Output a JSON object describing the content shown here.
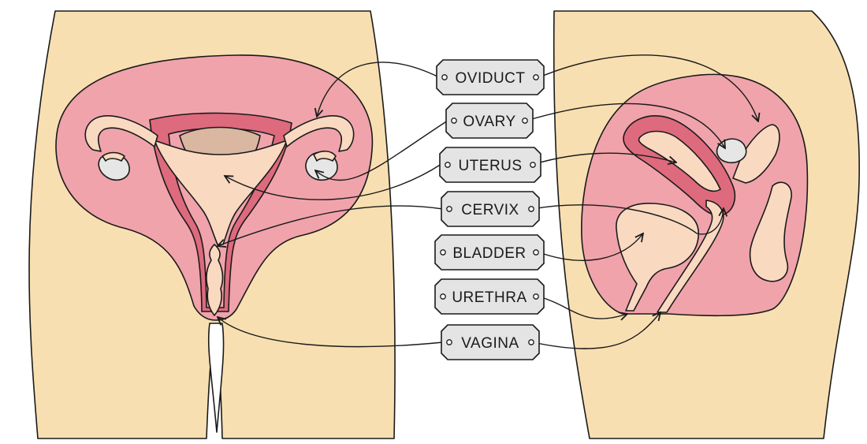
{
  "labels": [
    {
      "id": "oviduct",
      "text": "OVIDUCT"
    },
    {
      "id": "ovary",
      "text": "OVARY"
    },
    {
      "id": "uterus",
      "text": "UTERUS"
    },
    {
      "id": "cervix",
      "text": "CERVIX"
    },
    {
      "id": "bladder",
      "text": "BLADDER"
    },
    {
      "id": "urethra",
      "text": "URETHRA"
    },
    {
      "id": "vagina",
      "text": "VAGINA"
    }
  ],
  "colors": {
    "skin": "#f8dfb1",
    "tissue": "#f0a3ab",
    "muscle": "#de6a7d",
    "organ": "#f9d9c0",
    "egg": "#e6e6e6",
    "label_fill": "#e4e4e4"
  }
}
